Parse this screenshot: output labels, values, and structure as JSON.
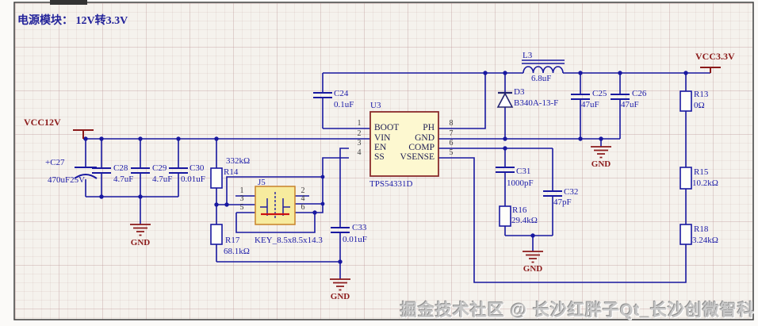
{
  "title": "电源模块： 12V转3.3V",
  "watermark": "掘金技术社区 @ 长沙红胖子Qt_长沙创微智科",
  "ports": {
    "vcc12v": "VCC12V",
    "vcc33": "VCC3.3V",
    "gnd": "GND"
  },
  "u3": {
    "ref": "U3",
    "part": "TPS54331D",
    "pins_left": [
      {
        "n": "1",
        "name": "BOOT"
      },
      {
        "n": "2",
        "name": "VIN"
      },
      {
        "n": "3",
        "name": "EN"
      },
      {
        "n": "4",
        "name": "SS"
      }
    ],
    "pins_right": [
      {
        "n": "8",
        "name": "PH"
      },
      {
        "n": "7",
        "name": "GND"
      },
      {
        "n": "6",
        "name": "COMP"
      },
      {
        "n": "5",
        "name": "VSENSE"
      }
    ]
  },
  "j5": {
    "ref": "J5",
    "part": "KEY_8.5x8.5x14.3",
    "pins": [
      "1",
      "2",
      "3",
      "4",
      "5",
      "6"
    ]
  },
  "parts": {
    "c24": {
      "ref": "C24",
      "val": "0.1uF"
    },
    "c25": {
      "ref": "C25",
      "val": "47uF"
    },
    "c26": {
      "ref": "C26",
      "val": "47uF"
    },
    "c27": {
      "ref": "+C27",
      "val": "470uF25V"
    },
    "c28": {
      "ref": "C28",
      "val": "4.7uF"
    },
    "c29": {
      "ref": "C29",
      "val": "4.7uF"
    },
    "c30": {
      "ref": "C30",
      "val": "0.01uF"
    },
    "c31": {
      "ref": "C31",
      "val": "1000pF"
    },
    "c32": {
      "ref": "C32",
      "val": "47pF"
    },
    "c33": {
      "ref": "C33",
      "val": "0.01uF"
    },
    "r13": {
      "ref": "R13",
      "val": "0Ω"
    },
    "r14": {
      "ref": "R14",
      "val": "332kΩ"
    },
    "r15": {
      "ref": "R15",
      "val": "10.2kΩ"
    },
    "r16": {
      "ref": "R16",
      "val": "29.4kΩ"
    },
    "r17": {
      "ref": "R17",
      "val": "68.1kΩ"
    },
    "r18": {
      "ref": "R18",
      "val": "3.24kΩ"
    },
    "l3": {
      "ref": "L3",
      "val": "6.8uF"
    },
    "d3": {
      "ref": "D3",
      "val": "B340A-13-F"
    }
  },
  "colors": {
    "wire": "#1818a0",
    "maroon": "#8b1a1a",
    "ic_fill": "#fdf8d0",
    "connector_fill": "#f7eb9e"
  }
}
